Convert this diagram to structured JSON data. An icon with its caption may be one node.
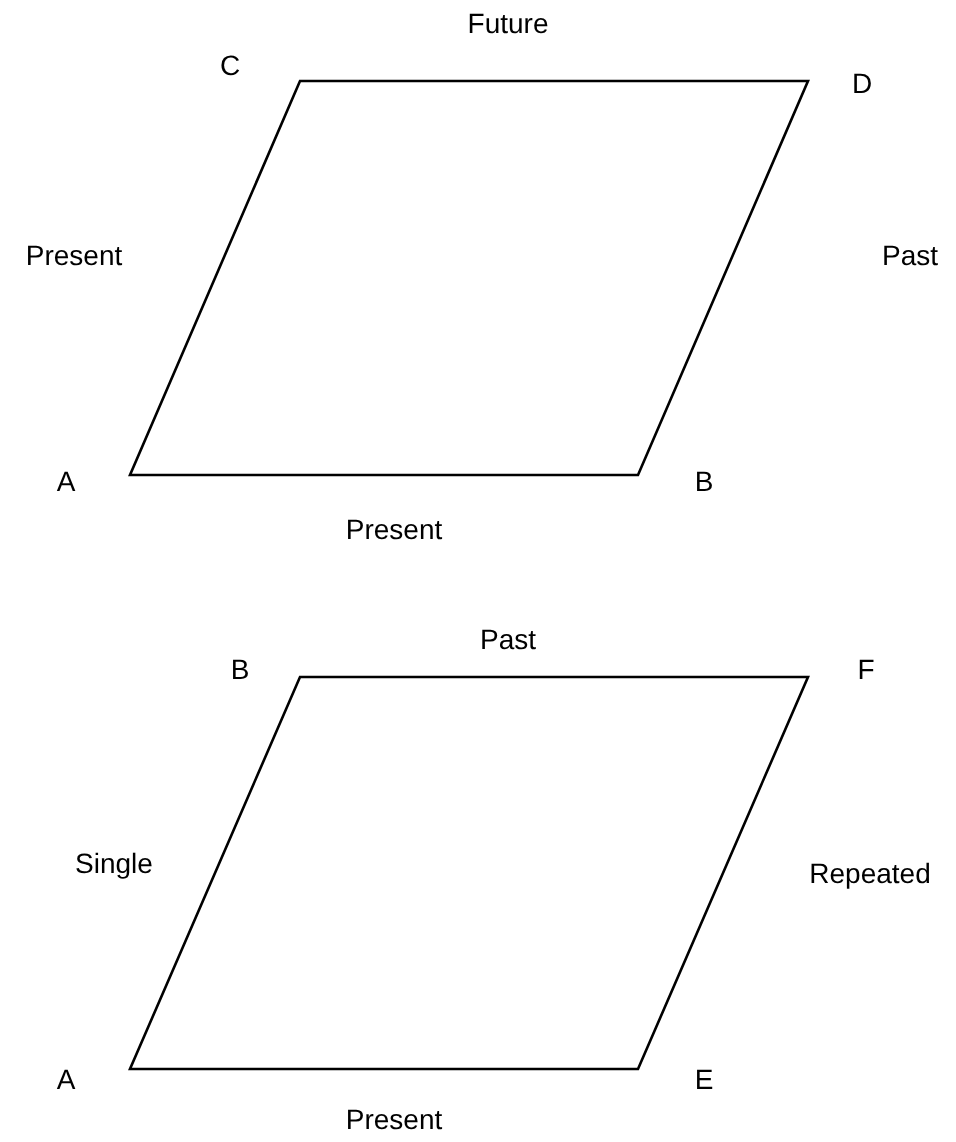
{
  "diagram": {
    "nodes": [
      {
        "text": [],
        "shape": "parallelogram"
      },
      {
        "text": [],
        "shape": "parallelogram"
      }
    ],
    "labels": [
      "Future",
      "C",
      "D",
      "Present",
      "Past",
      "A",
      "B",
      "Present",
      "Past",
      "B",
      "F",
      "Single",
      "Repeated",
      "A",
      "E",
      "Present"
    ]
  }
}
